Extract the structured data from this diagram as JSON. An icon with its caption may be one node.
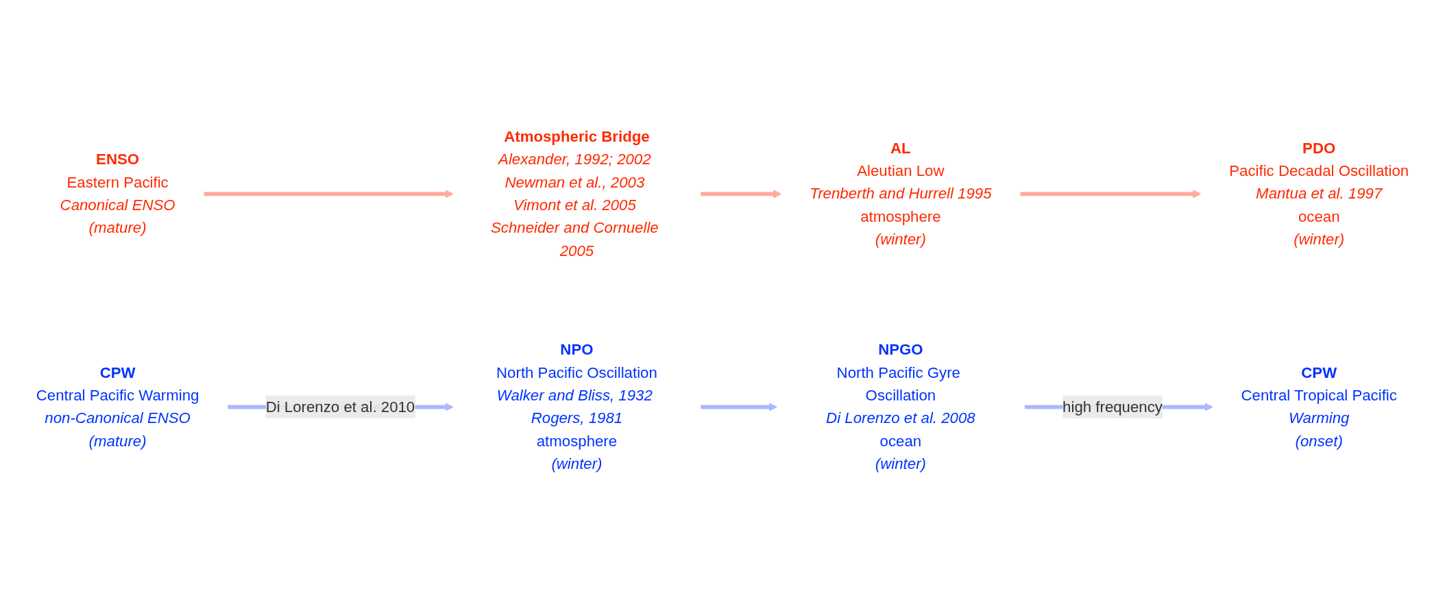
{
  "diagram": {
    "nodes": [
      {
        "text": [
          "AL",
          "Aleutian Low",
          "Trenberth and Hurrell 1995",
          "atmosphere",
          "(winter)"
        ]
      },
      {
        "text": [
          "PDO",
          "Pacific Decadal Oscillation",
          "Mantua et al. 1997",
          "ocean",
          "(winter)"
        ]
      },
      {
        "text": [
          "ENSO",
          "Eastern Pacific",
          "Canonical ENSO",
          "(mature)"
        ]
      },
      {
        "text": [
          "Atmospheric Bridge",
          "Alexander, 1992; 2002 Newman et al., 2003 Vimont et al. 2005 Schneider and Cornuelle 2005"
        ]
      },
      {
        "text": [
          "CPW",
          "Central Pacific Warming",
          "non-Canonical ENSO",
          "(mature)"
        ]
      },
      {
        "text": [
          "NPO",
          "North Pacific Oscillation",
          "Walker and Bliss, 1932 Rogers, 1981",
          "atmosphere",
          "(winter)"
        ]
      },
      {
        "text": [
          "NPGO",
          "North Pacific Gyre Oscillation",
          "Di Lorenzo et al. 2008",
          "ocean",
          "(winter)"
        ]
      },
      {
        "text": [
          "CPW",
          "Central Tropical Pacific",
          "Warming",
          "(onset)"
        ]
      }
    ],
    "edges": [
      {
        "from": 2,
        "to": 3,
        "arrow": "to",
        "color": "#ffaa9c"
      },
      {
        "from": 3,
        "to": 0,
        "arrow": "to",
        "color": "#ffaa9c"
      },
      {
        "from": 0,
        "to": 1,
        "arrow": "to",
        "color": "#ffaa9c"
      },
      {
        "from": 4,
        "to": 5,
        "label": "Di Lorenzo et al. 2010",
        "arrow": "to",
        "color": "#a9b8ff"
      },
      {
        "from": 5,
        "to": 6,
        "arrow": "to",
        "color": "#a9b8ff"
      },
      {
        "from": 6,
        "to": 7,
        "label": "high frequency",
        "arrow": "to",
        "color": "#a9b8ff"
      }
    ]
  }
}
